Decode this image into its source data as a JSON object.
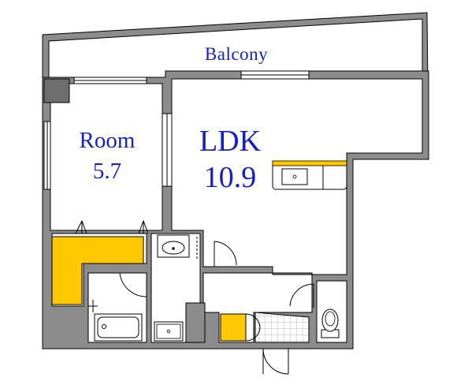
{
  "floorplan": {
    "balcony": {
      "label": "Balcony"
    },
    "room": {
      "name": "Room",
      "size": "5.7"
    },
    "ldk": {
      "name": "LDK",
      "size": "10.9"
    }
  },
  "colors": {
    "wall": "#8c8c8c",
    "wall_outline": "#000000",
    "closet_fill": "#ffc800",
    "label_text": "#1420c8",
    "floor": "#ffffff",
    "pillar": "#6e6e6e",
    "tile_grid": "#b8b8b8"
  }
}
